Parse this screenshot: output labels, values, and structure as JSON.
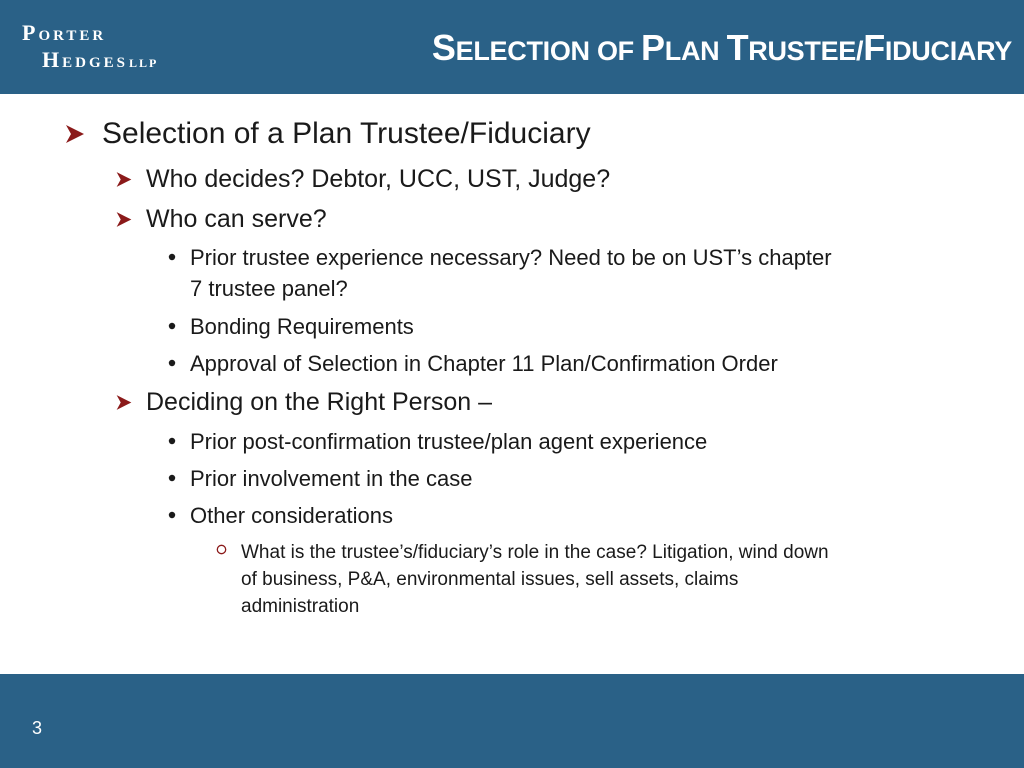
{
  "header": {
    "logo": {
      "line1_cap": "P",
      "line1_rest": "ORTER",
      "line2_cap": "H",
      "line2_rest": "EDGES",
      "suffix": "LLP"
    },
    "title_parts": [
      {
        "cap": "S",
        "rest": "ELECTION OF "
      },
      {
        "cap": "P",
        "rest": "LAN "
      },
      {
        "cap": "T",
        "rest": "RUSTEE/"
      },
      {
        "cap": "F",
        "rest": "IDUCIARY"
      }
    ]
  },
  "content": {
    "l1": "Selection of a Plan Trustee/Fiduciary",
    "q1": "Who decides? Debtor, UCC, UST, Judge?",
    "q2": "Who can serve?",
    "b1_line1": "Prior trustee experience necessary?  Need to be on UST’s chapter",
    "b1_line2": "7 trustee panel?",
    "b2": "Bonding Requirements",
    "b3": "Approval of Selection in Chapter 11 Plan/Confirmation Order",
    "q3": "Deciding on the Right Person –",
    "b4": "Prior post-confirmation trustee/plan agent experience",
    "b5": "Prior involvement in the case",
    "b6": "Other considerations",
    "s1_line1": "What is the trustee’s/fiduciary’s role in the case?  Litigation, wind down",
    "s1_line2": "of business, P&A, environmental issues, sell assets, claims",
    "s1_line3": "administration"
  },
  "footer": {
    "page_number": "3"
  },
  "colors": {
    "header_bg": "#2a6187",
    "arrow": "#8b1a1a",
    "text": "#1a1a1a"
  },
  "icons": {
    "level1_bullet": "arrow-bullet-icon",
    "level2_bullet": "arrow-bullet-icon",
    "level3_bullet": "dot-bullet-icon",
    "level4_bullet": "circle-bullet-icon"
  }
}
